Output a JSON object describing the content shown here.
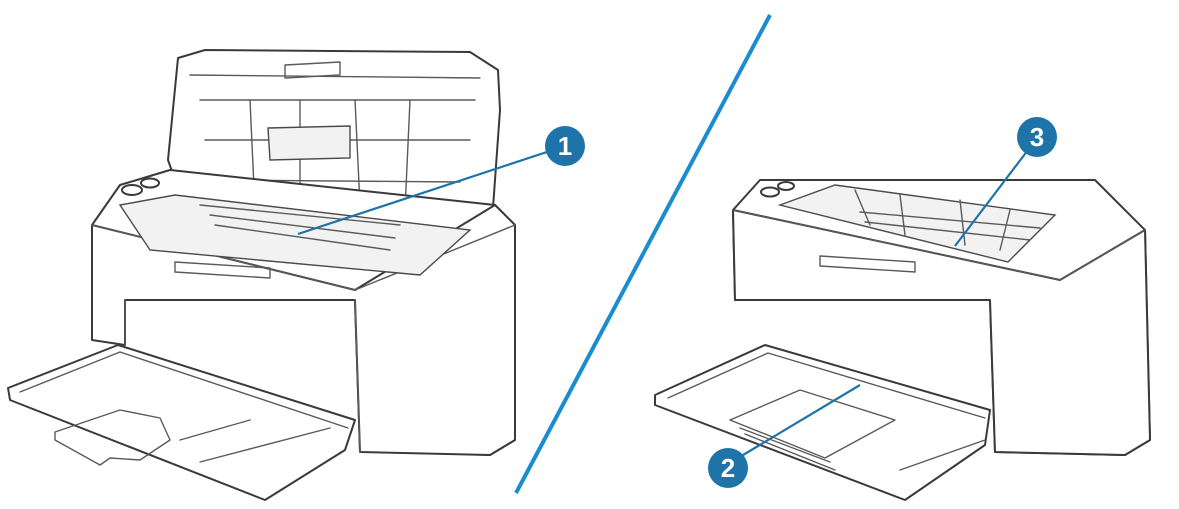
{
  "colors": {
    "callout": "#1e73a8",
    "divider": "#1a8ccf",
    "outline": "#3a3a3a"
  },
  "callouts": [
    {
      "label": "1"
    },
    {
      "label": "2"
    },
    {
      "label": "3"
    }
  ]
}
